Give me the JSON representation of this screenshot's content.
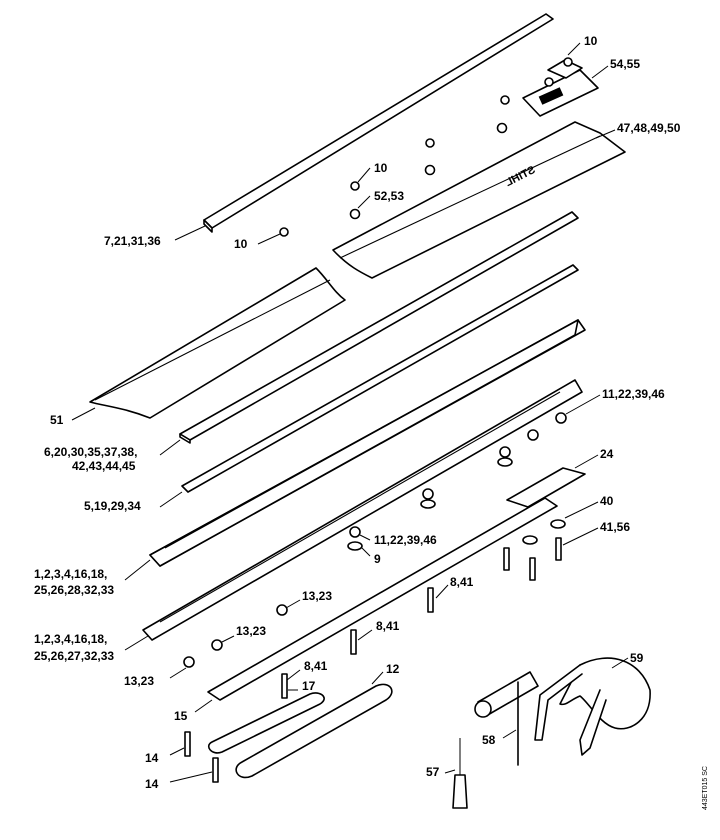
{
  "brand_mark": "STIHL",
  "drawing_code": "443ET015 SC",
  "labels": {
    "p10_top": "10",
    "p54_55": "54,55",
    "p47_50": "47,48,49,50",
    "p10_mid": "10",
    "p52_53": "52,53",
    "p7_36": "7,21,31,36",
    "p10_low": "10",
    "p51": "51",
    "p6_38": "6,20,30,35,37,38,",
    "p42_45": "42,43,44,45",
    "p11_46_r": "11,22,39,46",
    "p24": "24",
    "p5_34": "5,19,29,34",
    "p40": "40",
    "p41_56": "41,56",
    "p11_46_c": "11,22,39,46",
    "p9": "9",
    "p1_18_a": "1,2,3,4,16,18,",
    "p25_33_a": "25,26,28,32,33",
    "p8_41_a": "8,41",
    "p13_23_a": "13,23",
    "p1_18_b": "1,2,3,4,16,18,",
    "p25_33_b": "25,26,27,32,33",
    "p13_23_b": "13,23",
    "p8_41_b": "8,41",
    "p13_23_c": "13,23",
    "p8_41_c": "8,41",
    "p17": "17",
    "p12": "12",
    "p59": "59",
    "p15": "15",
    "p14_a": "14",
    "p58": "58",
    "p14_b": "14",
    "p57": "57"
  }
}
